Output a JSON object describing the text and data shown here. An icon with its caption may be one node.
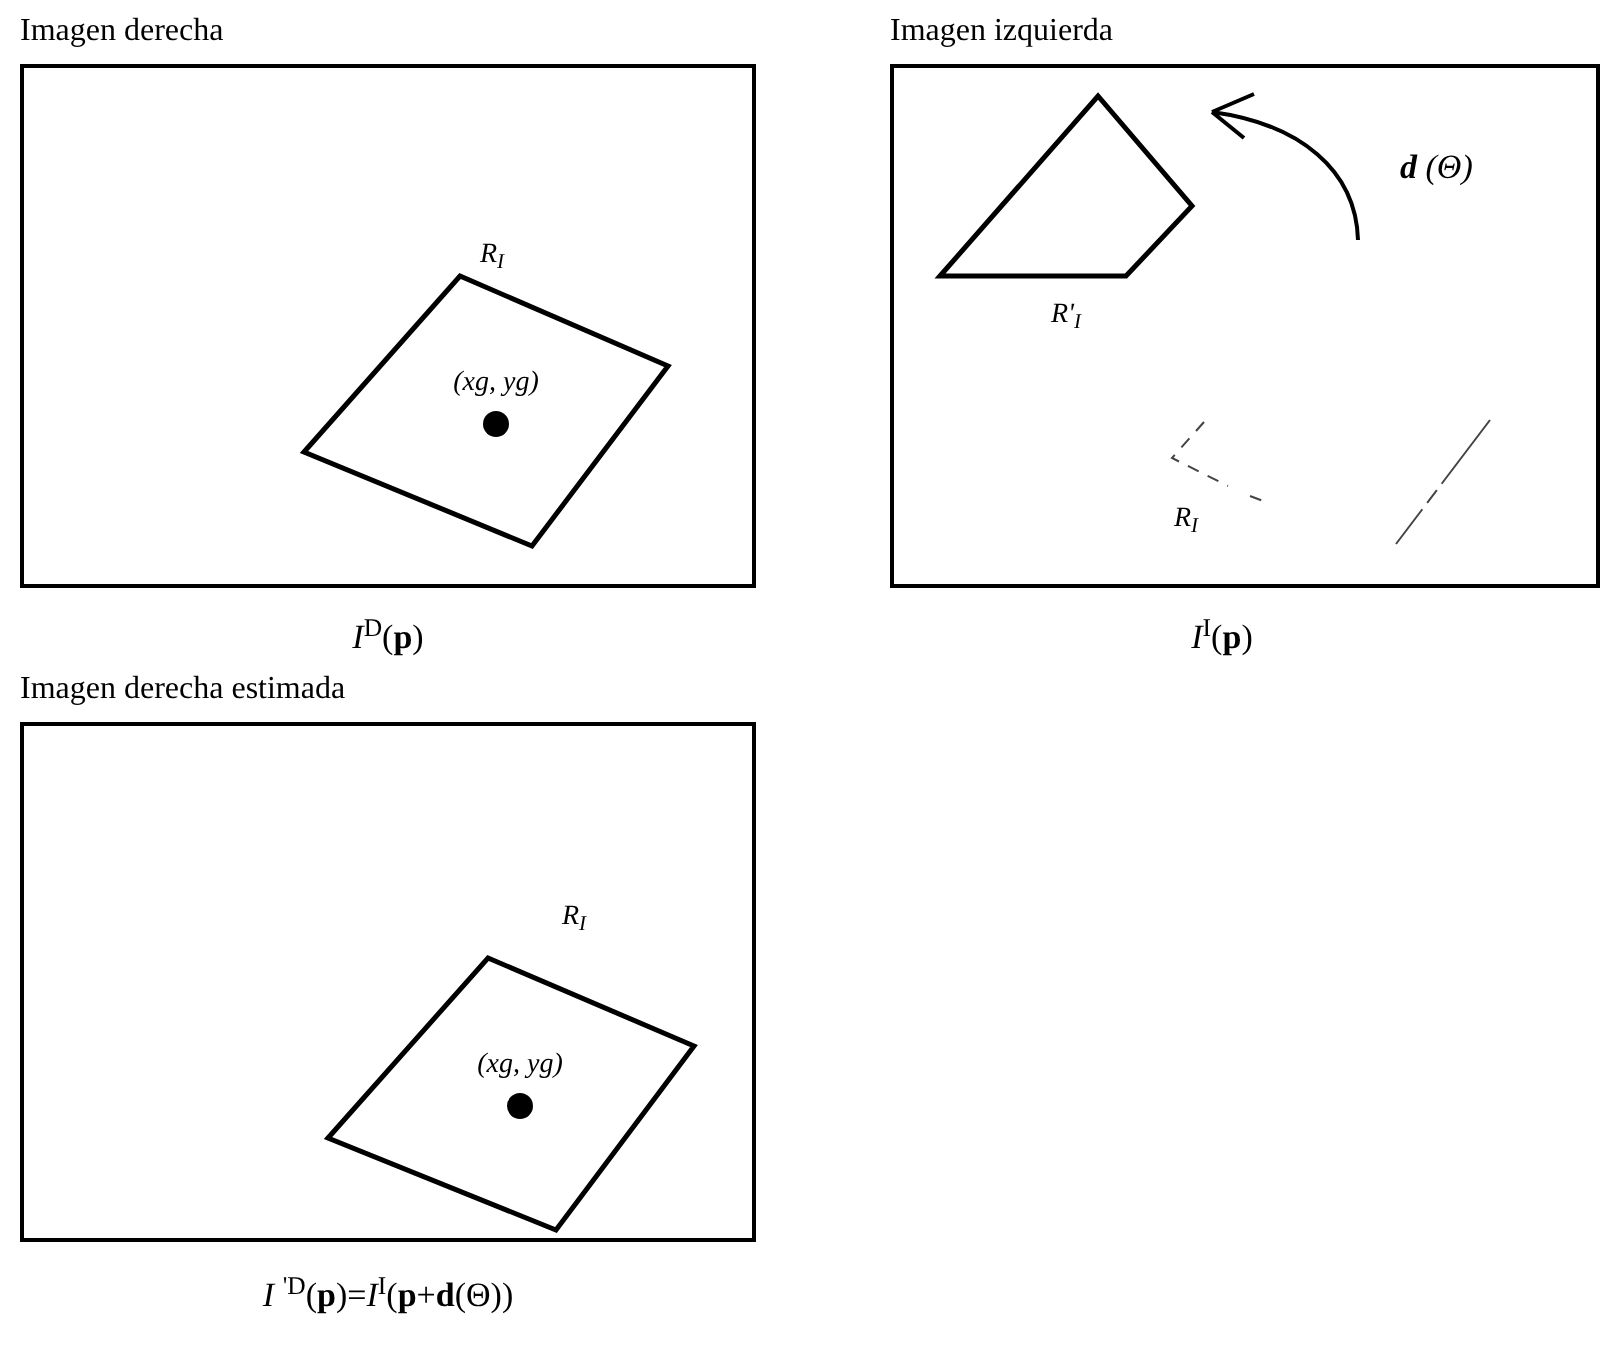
{
  "diagram": {
    "nodes": [
      {
        "text": [
          "Imagen derecha"
        ],
        "beside": [
          "*I*$^{D}$(**p**)"
        ]
      },
      {
        "text": [
          "R$_{I}$",
          "(xg, yg)"
        ],
        "in": 0
      },
      {
        "text": [
          "Imagen izquierda"
        ],
        "beside": [
          "*I*$^{I}$(**p**)"
        ]
      },
      {
        "text": [
          "R'$_{I}$"
        ],
        "in": 2
      },
      {
        "text": [
          "R$_{I}$"
        ],
        "in": 2
      },
      {
        "text": [
          "Imagen derecha estimada"
        ],
        "beside": [
          "*I* $^{'D}$(**p**)=*I*$^{I}$(**p**+**d**(Θ))"
        ]
      },
      {
        "text": [
          "R$_{I}$",
          "(xg, yg)"
        ],
        "in": 5
      }
    ],
    "labels": [
      "**d** (Θ)"
    ]
  }
}
